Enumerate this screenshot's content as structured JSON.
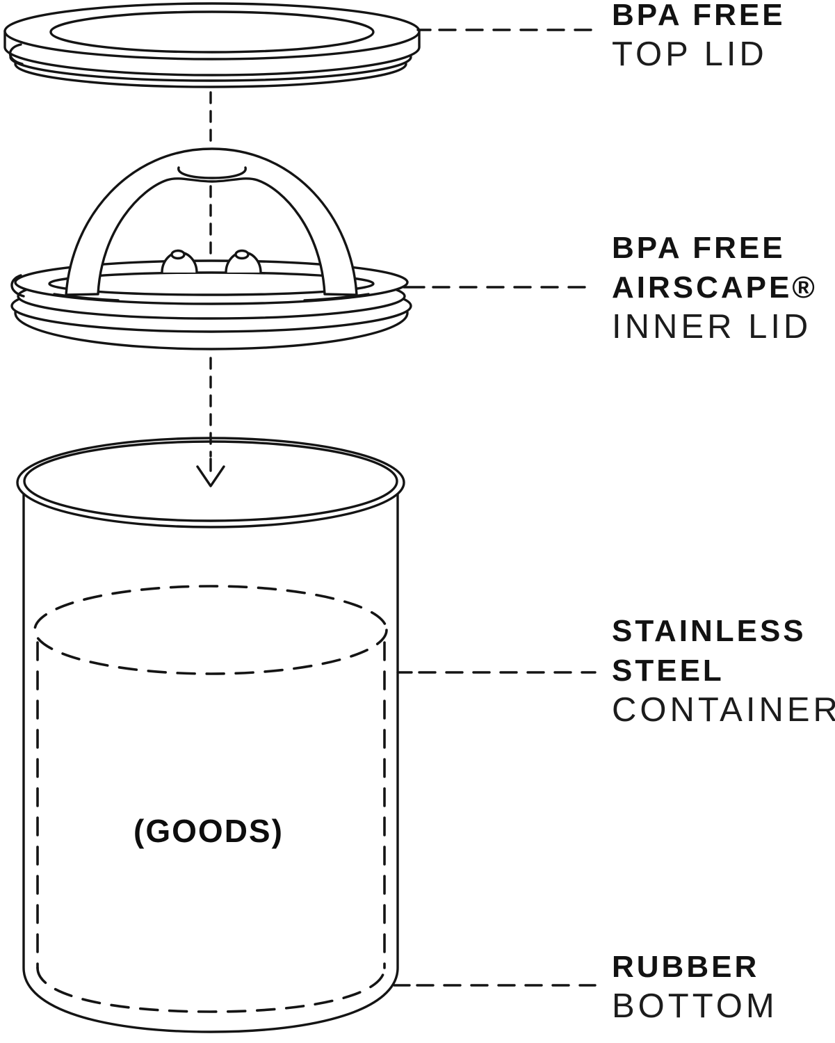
{
  "colors": {
    "ink": "#141414",
    "background": "#ffffff"
  },
  "goods_text": "(GOODS)",
  "annotations": [
    {
      "id": "top-lid",
      "lines": [
        {
          "text": "BPA FREE",
          "weight": "bold"
        },
        {
          "text": "TOP LID",
          "weight": "light"
        }
      ]
    },
    {
      "id": "inner-lid",
      "lines": [
        {
          "text": "BPA FREE",
          "weight": "bold"
        },
        {
          "text": "AIRSCAPE®",
          "weight": "bold"
        },
        {
          "text": "INNER LID",
          "weight": "light"
        }
      ]
    },
    {
      "id": "container",
      "lines": [
        {
          "text": "STAINLESS",
          "weight": "bold"
        },
        {
          "text": "STEEL",
          "weight": "bold"
        },
        {
          "text": "CONTAINER",
          "weight": "light"
        }
      ]
    },
    {
      "id": "rubber-bottom",
      "lines": [
        {
          "text": "RUBBER",
          "weight": "bold"
        },
        {
          "text": "BOTTOM",
          "weight": "light"
        }
      ]
    }
  ]
}
